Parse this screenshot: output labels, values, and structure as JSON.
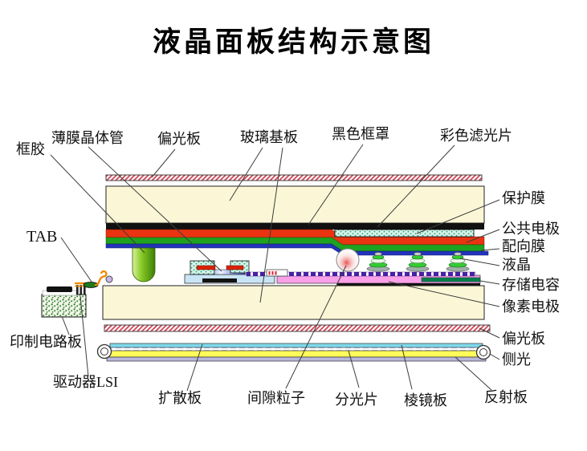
{
  "title": "液晶面板结构示意图",
  "labels": {
    "frame_sealant": "框胶",
    "tft": "薄膜晶体管",
    "polarizer_top": "偏光板",
    "glass_substrate": "玻璃基板",
    "black_mask": "黑色框罩",
    "color_filter": "彩色滤光片",
    "protective_film": "保护膜",
    "common_electrode": "公共电极",
    "alignment_film": "配向膜",
    "liquid_crystal": "液晶",
    "storage_capacitor": "存储电容",
    "pixel_electrode": "像素电极",
    "polarizer_bottom": "偏光板",
    "side_light": "侧光",
    "tab": "TAB",
    "pcb": "印制电路板",
    "driver_lsi": "驱动器LSI",
    "diffusion_plate": "扩散板",
    "spacer_particle": "间隙粒子",
    "beam_splitter": "分光片",
    "prism_plate": "棱镜板",
    "reflector": "反射板"
  },
  "colors": {
    "glass": "#FBF7D6",
    "black_mask": "#111111",
    "color_filter": "#E93311",
    "common_electrode": "#1FA21F",
    "alignment_film": "#2233BB",
    "protective_film_base": "#D8F2E8",
    "pixel_electrode": "#F9A0E8",
    "storage_capacitor": "#007F4E",
    "sealant_green": "#7FC41F",
    "diffusion": "#7FD8E8",
    "light_guide": "#FFFB5A",
    "reflector": "#B8B8DC",
    "polarizer_hatch": "#CC4455",
    "flex_orange": "#EE8800"
  }
}
